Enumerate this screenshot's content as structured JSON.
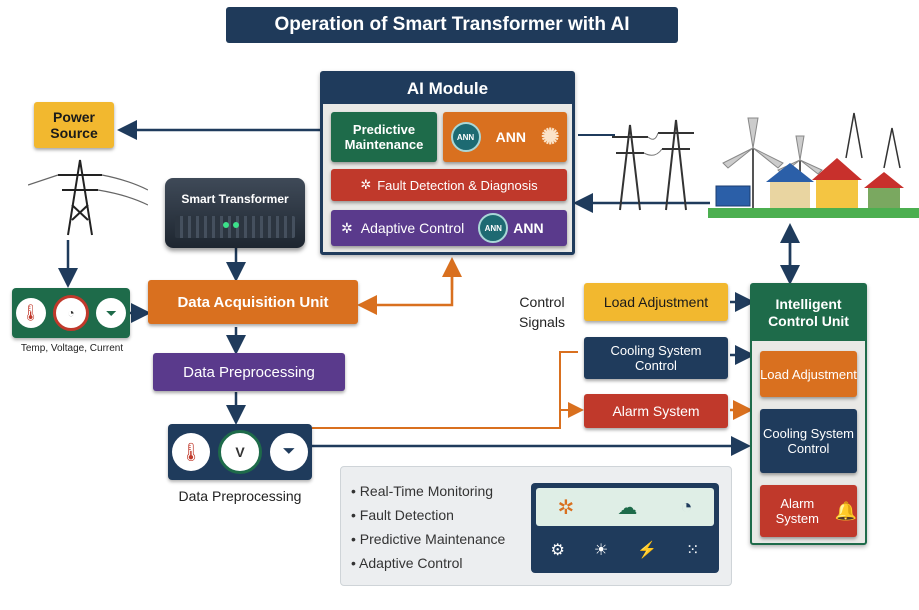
{
  "title": "Operation of Smart Transformer with AI",
  "ai_module": {
    "header": "AI Module",
    "predictive": "Predictive Maintenance",
    "ann1": "ANN",
    "fault": "Fault Detection & Diagnosis",
    "adaptive": "Adaptive Control",
    "ann2": "ANN"
  },
  "power_source": "Power Source",
  "smart_transformer": "Smart Transformer",
  "sensor_label": "Temp, Voltage, Current",
  "data_acquisition": "Data Acquisition Unit",
  "data_preprocessing_box": "Data Preprocessing",
  "data_preprocessing_caption": "Data Preprocessing",
  "control_signals": "Control Signals",
  "load_adjustment": "Load Adjustment",
  "cooling_system_control": "Cooling System Control",
  "alarm_system": "Alarm System",
  "intelligent_control": {
    "title": "Intelligent Control Unit",
    "load": "Load Adjustment",
    "cooling": "Cooling System Control",
    "alarm": "Alarm System"
  },
  "features": [
    "Real-Time Monitoring",
    "Fault Detection",
    "Predictive Maintenance",
    "Adaptive Control"
  ],
  "colors": {
    "navy": "#1f3b5c",
    "orange": "#d9701f",
    "red": "#c0392b",
    "purple": "#5a3a8c",
    "green": "#1e6b4a",
    "yellow": "#f2b82f",
    "teal": "#1d6a72"
  }
}
